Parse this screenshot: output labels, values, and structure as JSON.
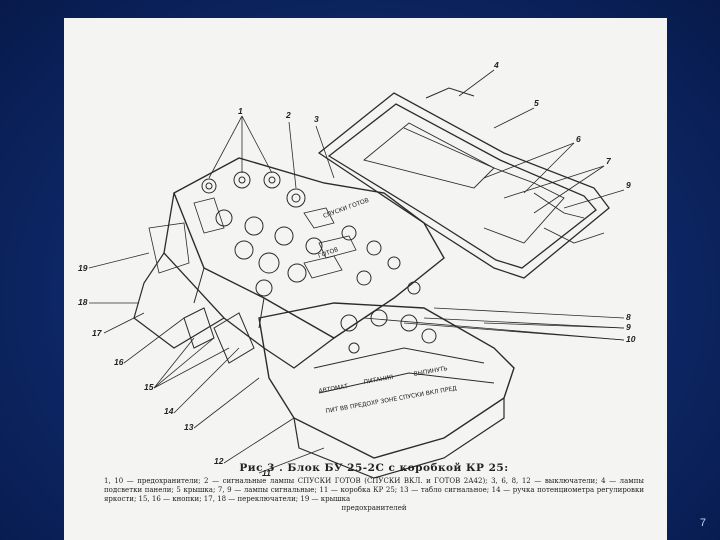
{
  "figure": {
    "callouts": [
      {
        "id": "1",
        "text": "1"
      },
      {
        "id": "2",
        "text": "2"
      },
      {
        "id": "3",
        "text": "3"
      },
      {
        "id": "4",
        "text": "4"
      },
      {
        "id": "5",
        "text": "5"
      },
      {
        "id": "6",
        "text": "6"
      },
      {
        "id": "7",
        "text": "7"
      },
      {
        "id": "8",
        "text": "8"
      },
      {
        "id": "9",
        "text": "9"
      },
      {
        "id": "10",
        "text": "10"
      },
      {
        "id": "11",
        "text": "11"
      },
      {
        "id": "12",
        "text": "12"
      },
      {
        "id": "13",
        "text": "13"
      },
      {
        "id": "14",
        "text": "14"
      },
      {
        "id": "15",
        "text": "15"
      },
      {
        "id": "16",
        "text": "16"
      },
      {
        "id": "17",
        "text": "17"
      },
      {
        "id": "18",
        "text": "18"
      },
      {
        "id": "19",
        "text": "19"
      },
      {
        "id": "9b",
        "text": "9"
      }
    ],
    "panel_labels": {
      "top_row_1": "СПУСКИ ГОТОВ",
      "top_row_2": "ГОТОВ",
      "bottom_row_1": "АВТОМАТ",
      "bottom_row_2": "ПИТАНИЯ",
      "bottom_row_3": "ВЫПИНУТЬ",
      "bottom_row_4": "ПИТ ВВ ПРЕДОХР ЗОНЕ СПУСКИ ВКЛ ПРЕД"
    }
  },
  "caption": {
    "title": "Рис 3 . Блок БУ 25-2С с коробкой КР 25:",
    "body": "1, 10 — предохранители; 2 — сигнальные лампы СПУСКИ ГОТОВ (СПУСКИ ВКЛ. и ГОТОВ 2А42); 3, 6, 8, 12 — выключатели; 4 — лампы подсветки панели; 5 крышка; 7, 9 — лампы сигнальные; 11 — коробка КР 25; 13 — табло сигнальное; 14 — ручка потенциометра регулировки яркости; 15, 16 — кнопки; 17, 18 — переключатели; 19 — крышка",
    "last_line": "предохранителей"
  },
  "page_number": "7"
}
